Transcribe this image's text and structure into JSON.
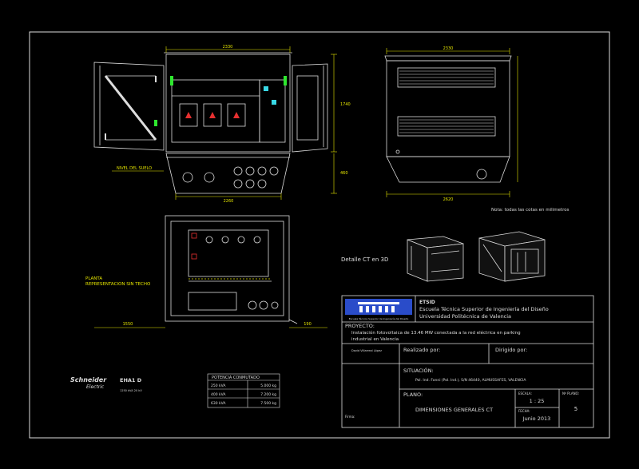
{
  "dims": {
    "front_width_top": "2330",
    "front_width_bottom": "2260",
    "front_height": "1740",
    "front_base": "460",
    "side_width_top": "2330",
    "side_width_bottom": "2620",
    "plan_left": "1550",
    "plan_right": "190",
    "ground_level": "NIVEL DEL SUELO"
  },
  "labels": {
    "note": "Nota: todas las cotas en milimetros",
    "plan_title": "PLANTA",
    "plan_subtitle": "REPRESENTACION SIN TECHO",
    "detail_3d": "Detalle CT en 3D"
  },
  "brand": {
    "name": "Schneider",
    "sub": "Electric",
    "model": "EHA1 D",
    "model_sub": "1250 kVA 20 kV"
  },
  "power_table": {
    "header": "POTENCIA CONMUTADO",
    "rows": [
      [
        "250 kVA",
        "5.000 kg"
      ],
      [
        "400 kVA",
        "7.200 kg"
      ],
      [
        "630 kVA",
        "7.500 kg"
      ]
    ]
  },
  "title_block": {
    "school_short": "ETSID",
    "school_line1": "Escuela Técnica Superior de Ingeniería del Diseño",
    "school_line2": "Universidad Politécnica de Valencia",
    "logo_caption": "Escuela Técnica Superior de Ingeniería del Diseño",
    "project_label": "PROYECTO:",
    "project_line1": "Instalación fotovoltaica de 13.46 MW conectada a la red eléctrica en parking",
    "project_line2": "industrial en Valencia",
    "author": "David Villarreal López",
    "made_by": "Realizado por:",
    "directed_by": "Dirigido por:",
    "situation_label": "SITUACIÓN:",
    "situation_text": "Pol. Ind. Fonni (Pol. Ind.), S/N 46440, ALMUSSAFES, VALENCIA",
    "plan_label": "PLANO:",
    "plan_name": "DIMENSIONES GENERALES CT",
    "scale_label": "ESCALA:",
    "scale": "1 : 25",
    "date_label": "FECHA:",
    "date": "Junio 2013",
    "sheet_label": "Nº PLANO:",
    "sheet": "5",
    "signature": "Firma:"
  },
  "colors": {
    "line": "#e6e6e6",
    "dim": "#e6e600",
    "accent_green": "#2ee82e",
    "red": "#e63030",
    "cyan": "#39d9e6",
    "logo_blue": "#2a4cc9"
  }
}
